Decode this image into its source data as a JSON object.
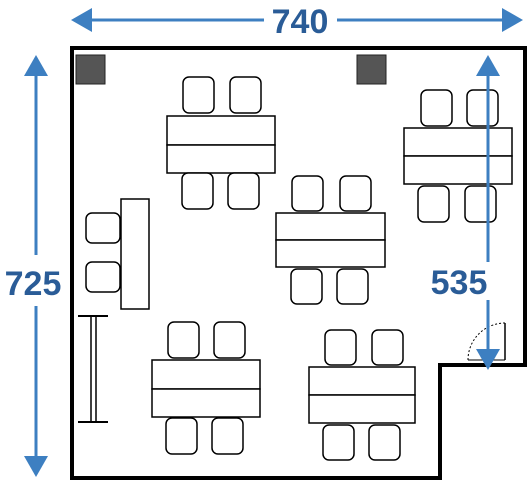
{
  "dimensions": {
    "width": "740",
    "height": "725",
    "inner_height": "535"
  },
  "colors": {
    "dimension": "#3d7fc1",
    "dimension_text": "#2a5c97",
    "wall": "#000000",
    "pillar": "#555555"
  }
}
